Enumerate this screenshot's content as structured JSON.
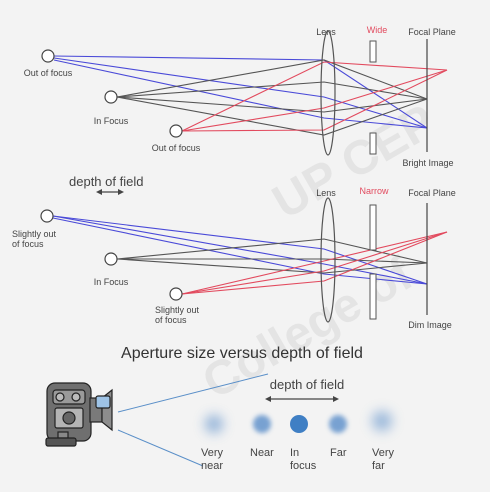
{
  "top": {
    "lens_label": "Lens",
    "aperture_label": "Wide",
    "focal_plane_label": "Focal Plane",
    "objects": [
      "Out of focus",
      "In Focus",
      "Out of focus"
    ],
    "image_label": "Bright Image"
  },
  "dof_label": "depth of field",
  "bottom": {
    "lens_label": "Lens",
    "aperture_label": "Narrow",
    "focal_plane_label": "Focal Plane",
    "objects": [
      "Slightly out of focus",
      "In Focus",
      "Slightly out of focus"
    ],
    "image_label": "Dim Image"
  },
  "title": "Aperture size versus depth of field",
  "camera_section": {
    "dof_label": "depth of field",
    "distances": [
      "Very far",
      "Far",
      "In focus",
      "Near",
      "Very near"
    ]
  },
  "watermark": "UP CEP College of",
  "colors": {
    "blue": "#4a4ad8",
    "red": "#e24a5e",
    "dark": "#555555",
    "aperture_label": "#e24a5e"
  }
}
